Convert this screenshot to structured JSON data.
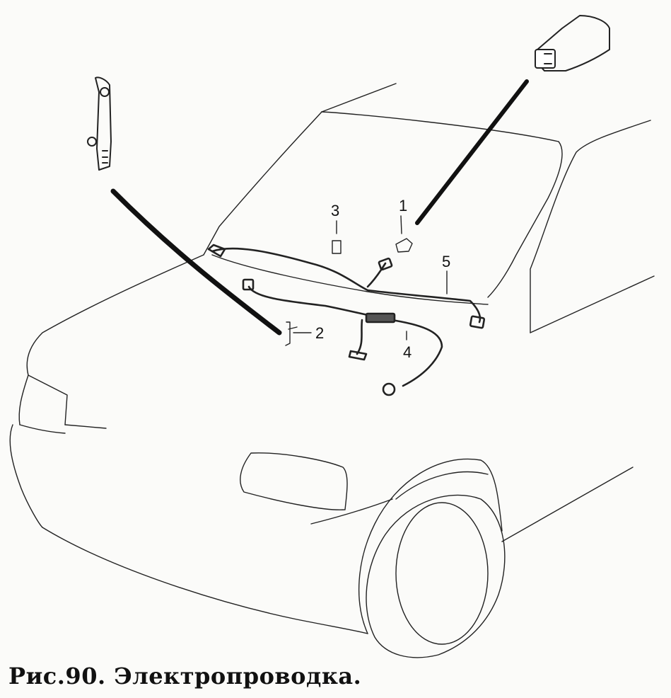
{
  "caption": "Рис.90. Электропроводка.",
  "callouts": {
    "c1": "1",
    "c2": "2",
    "c3": "3",
    "c4": "4",
    "c5": "5"
  }
}
